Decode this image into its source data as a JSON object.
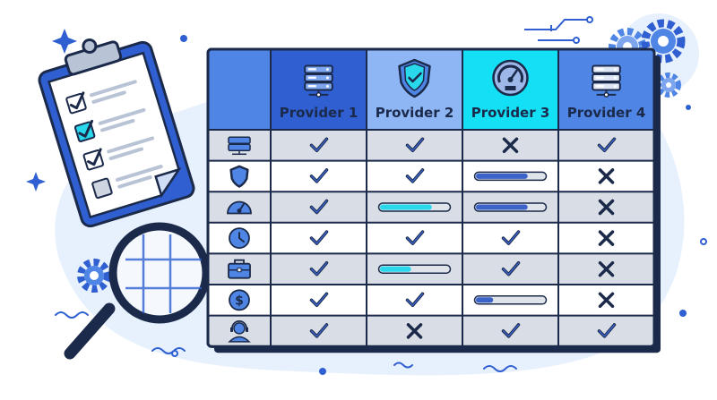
{
  "providers": [
    "Provider 1",
    "Provider 2",
    "Provider 3",
    "Provider 4"
  ],
  "row_icons": [
    "server-icon",
    "shield-icon",
    "speedometer-icon",
    "clock-icon",
    "briefcase-icon",
    "dollar-icon",
    "support-agent-icon"
  ],
  "header_icons": [
    "server-icon",
    "shield-check-icon",
    "speedometer-icon",
    "server-icon"
  ],
  "matrix": [
    [
      {
        "t": "check"
      },
      {
        "t": "check"
      },
      {
        "t": "cross"
      },
      {
        "t": "check"
      }
    ],
    [
      {
        "t": "check"
      },
      {
        "t": "check"
      },
      {
        "t": "bar",
        "level": 0.75,
        "color": "blue"
      },
      {
        "t": "cross"
      }
    ],
    [
      {
        "t": "check"
      },
      {
        "t": "bar",
        "level": 0.75,
        "color": "cyan"
      },
      {
        "t": "bar",
        "level": 0.75,
        "color": "blue"
      },
      {
        "t": "cross"
      }
    ],
    [
      {
        "t": "check"
      },
      {
        "t": "check"
      },
      {
        "t": "check"
      },
      {
        "t": "cross"
      }
    ],
    [
      {
        "t": "check"
      },
      {
        "t": "bar",
        "level": 0.45,
        "color": "cyan"
      },
      {
        "t": "check"
      },
      {
        "t": "cross"
      }
    ],
    [
      {
        "t": "check"
      },
      {
        "t": "check"
      },
      {
        "t": "bar",
        "level": 0.25,
        "color": "blue"
      },
      {
        "t": "cross"
      }
    ],
    [
      {
        "t": "check"
      },
      {
        "t": "cross"
      },
      {
        "t": "check"
      },
      {
        "t": "check"
      }
    ]
  ],
  "colors": {
    "header1": "#2f5fd0",
    "header2": "#8fb6f4",
    "header3": "#14e0f5",
    "header4": "#4f86e6",
    "corner": "#4f86e6",
    "row_gray": "#d9dde5",
    "row_white": "#ffffff",
    "outline": "#1b2a4a",
    "bar_blue": "#3b63c9",
    "bar_cyan": "#2ad8ec",
    "bar_track": "#dfe3ea"
  },
  "clipboard_items": [
    true,
    true,
    true,
    false
  ]
}
